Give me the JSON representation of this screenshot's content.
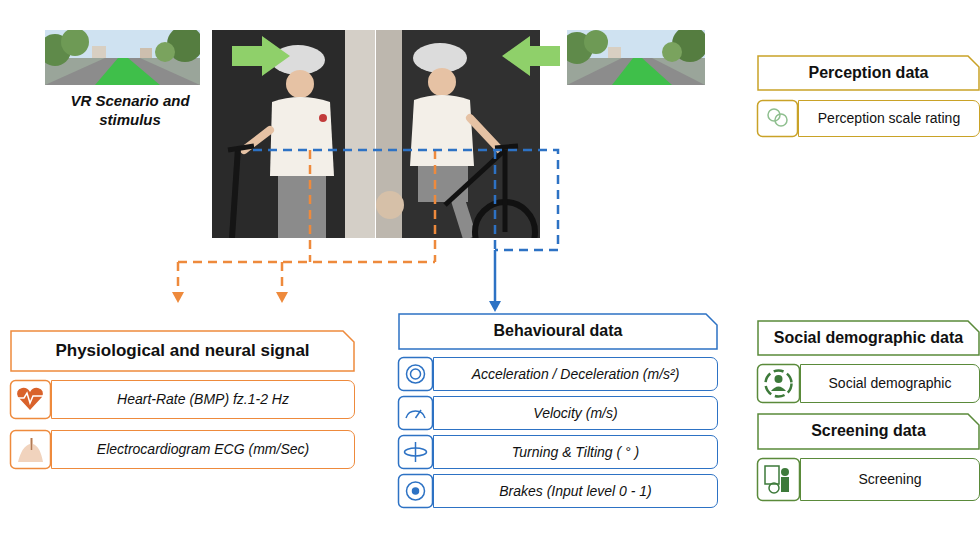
{
  "diagram": {
    "nodes": [
      {
        "text": [
          "Perception data"
        ]
      },
      {
        "text": [
          "Perception scale rating"
        ]
      },
      {
        "text": [
          "Physiological and neural signal"
        ]
      },
      {
        "text": [
          "Heart-Rate (BMP) fz.1-2 Hz"
        ]
      },
      {
        "text": [
          "Electrocardiogram ECG (mm/Sec)"
        ]
      },
      {
        "text": [
          "Behavioural data"
        ]
      },
      {
        "text": [
          "Acceleration / Deceleration (m/s²)"
        ]
      },
      {
        "text": [
          "Velocity (m/s)"
        ]
      },
      {
        "text": [
          "Turning & Tilting ( ° )"
        ]
      },
      {
        "text": [
          "Brakes (Input level 0 - 1)"
        ]
      },
      {
        "text": [
          "Social demographic data"
        ]
      },
      {
        "text": [
          "Social demographic"
        ]
      },
      {
        "text": [
          "Screening data"
        ]
      },
      {
        "text": [
          "Screening"
        ]
      }
    ],
    "labels": [
      "VR Scenario and stimulus"
    ]
  }
}
